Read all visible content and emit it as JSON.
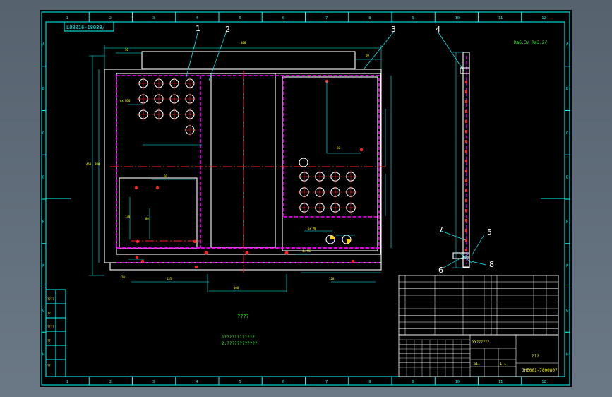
{
  "drawing": {
    "code_box": "L08016-18038/",
    "col_labels": [
      "1",
      "2",
      "3",
      "4",
      "5",
      "6",
      "7",
      "8",
      "9",
      "10",
      "11",
      "12"
    ],
    "row_labels": [
      "A",
      "B",
      "C",
      "D",
      "E",
      "F",
      "G",
      "H"
    ],
    "balloons": [
      "1",
      "2",
      "3",
      "4",
      "5",
      "6",
      "7",
      "8"
    ],
    "finish_marks": "Ra6.3√  Ra3.2√",
    "tech_notes": [
      "????",
      "1????????????",
      "2.????????????"
    ],
    "left_table_labels": [
      "????",
      "??",
      "????",
      "??",
      "??"
    ],
    "title_block": {
      "drawing_name": "???",
      "drawing_number": "JHE001-7800807",
      "material": "YY??????",
      "scale": "1:1",
      "sheet": "SII"
    }
  },
  "colors": {
    "frame": "#00ffff",
    "outline": "#ffffff",
    "hidden": "#ff00ff",
    "center": "#ff2020",
    "text": "#ffff00"
  }
}
